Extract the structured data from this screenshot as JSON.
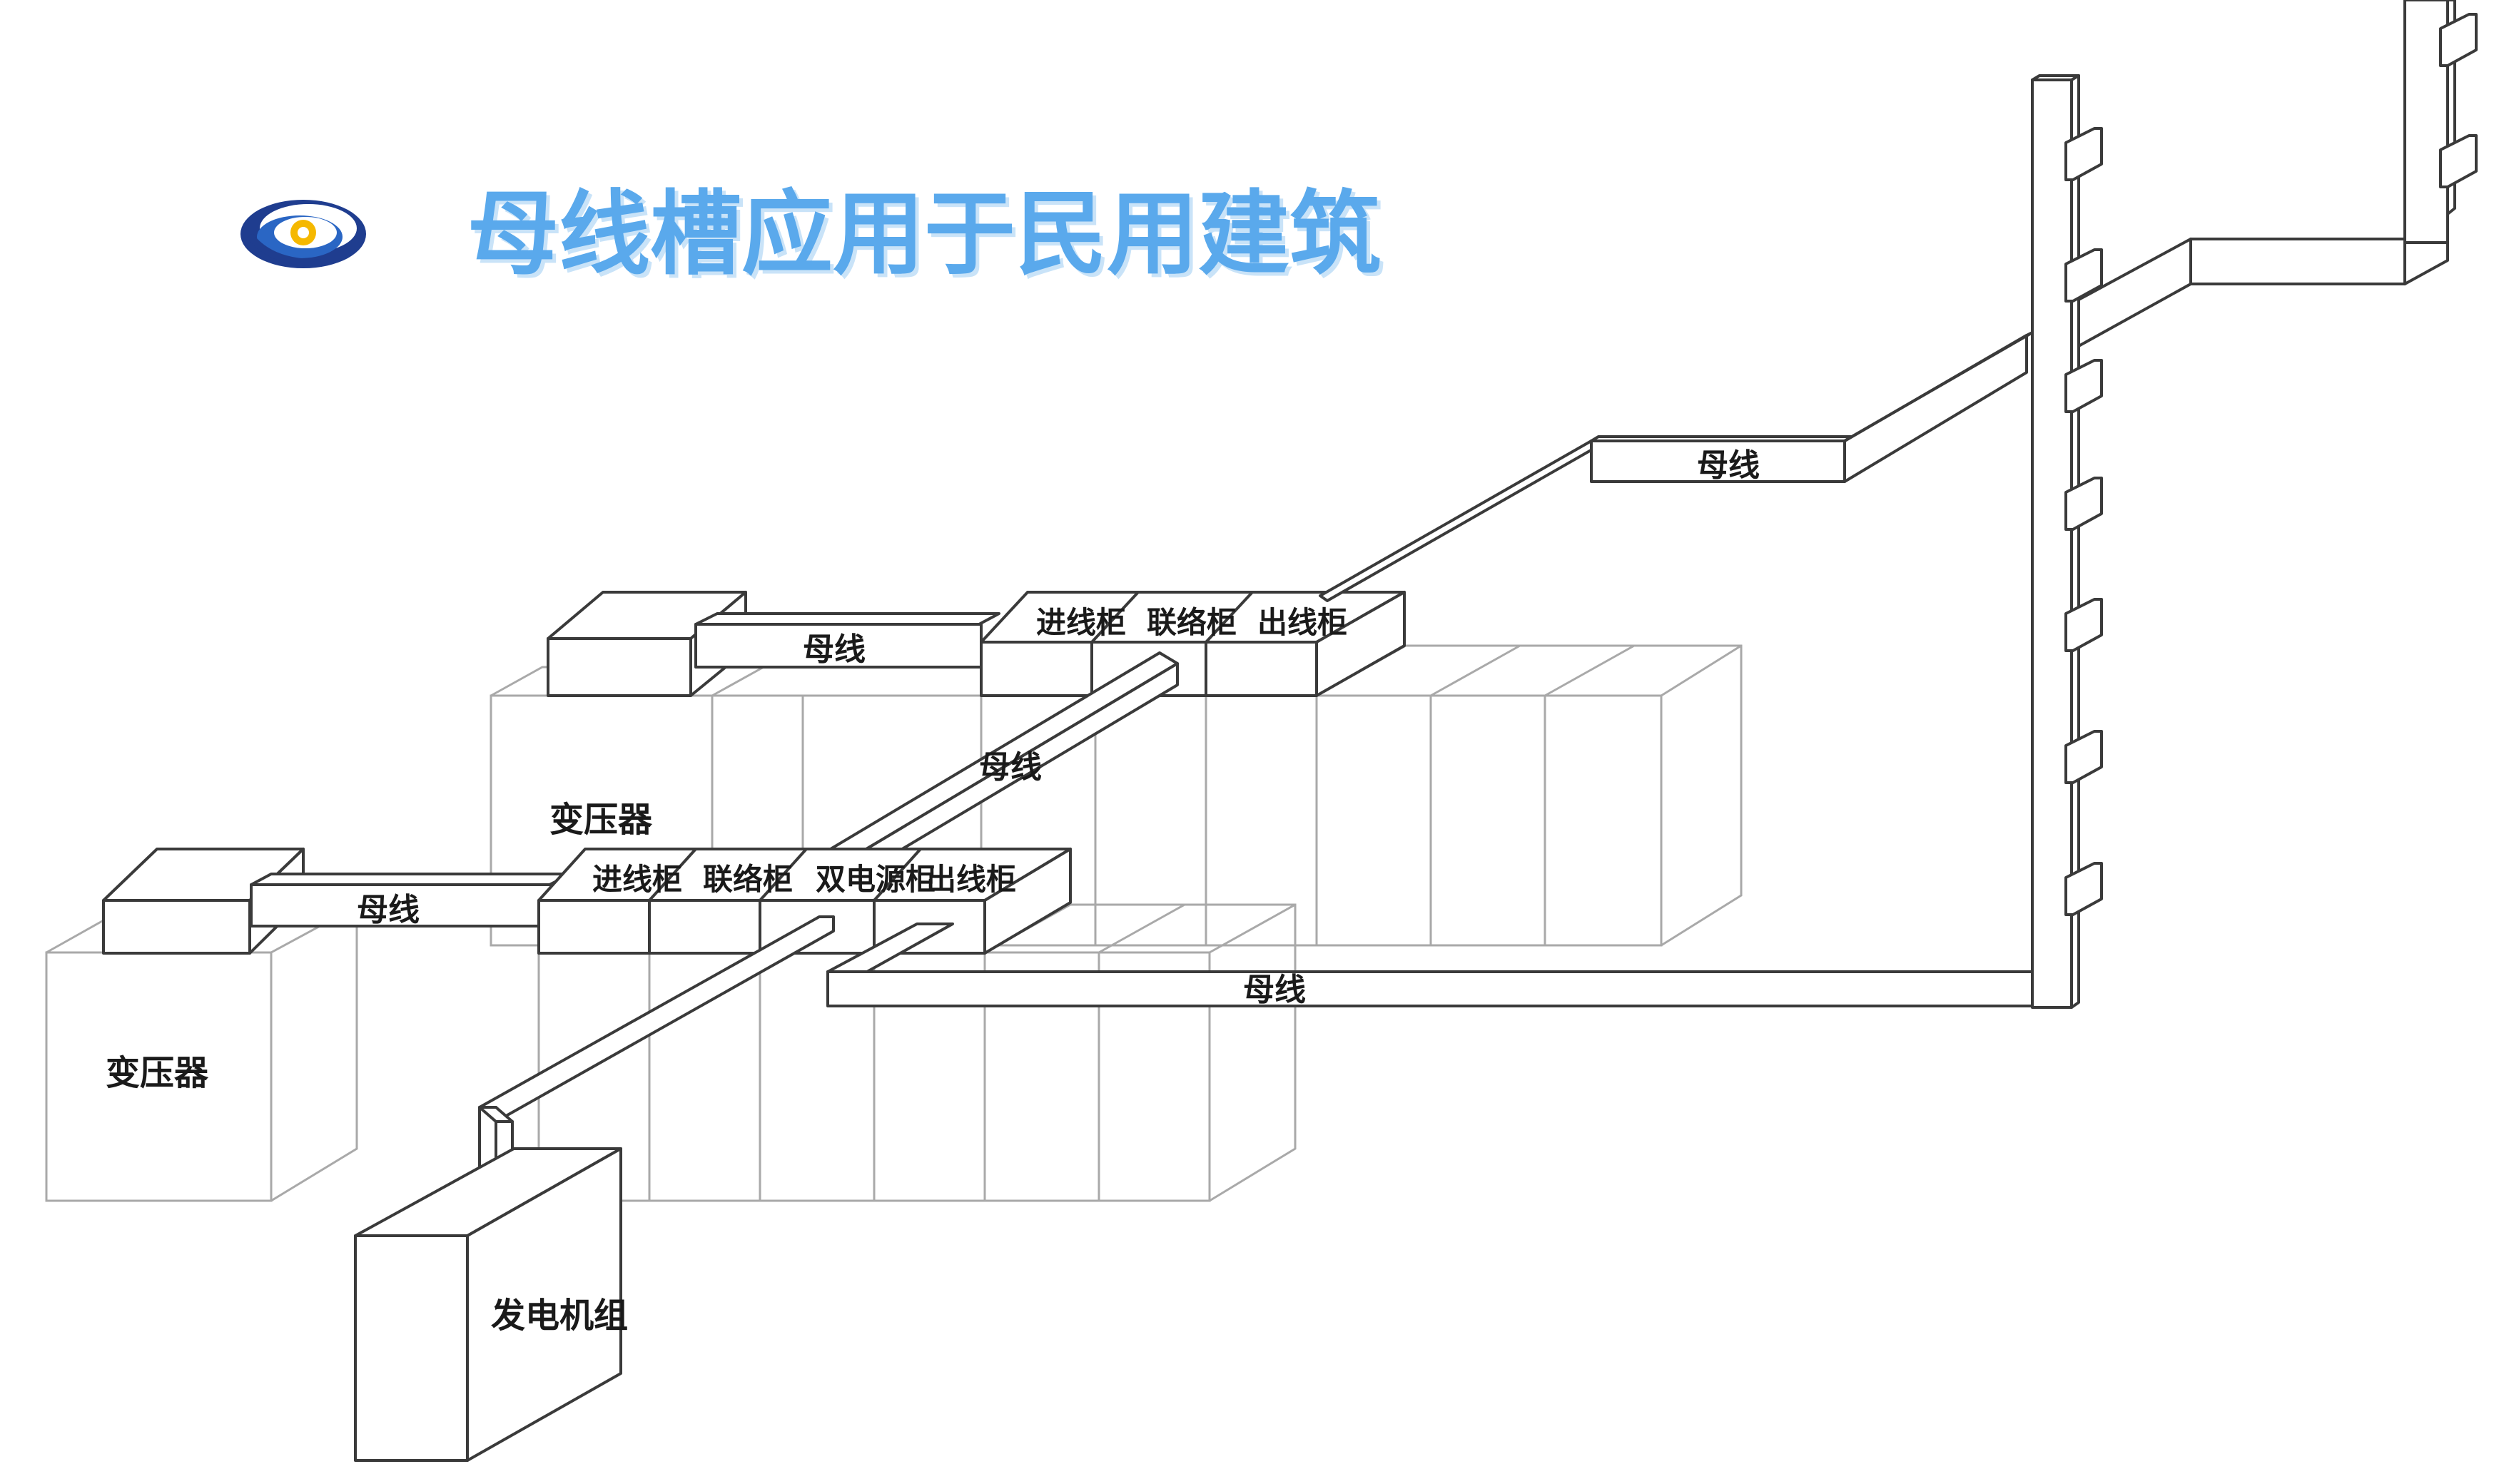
{
  "header": {
    "title": "母线槽应用于民用建筑",
    "logo_icon": "swirl-logo-icon",
    "title_color": "#5aa9ec",
    "title_shadow_color": "#c9e3f8"
  },
  "diagram": {
    "transformer_top_label": "变压器",
    "transformer_bottom_label": "变压器",
    "generator_label": "发电机组",
    "busbar_label": "母线",
    "upper_row": {
      "incoming_cabinet": "进线柜",
      "tie_cabinet": "联络柜",
      "outgoing_cabinet": "出线柜"
    },
    "lower_row": {
      "incoming_cabinet": "进线柜",
      "tie_cabinet": "联络柜",
      "dual_power_cabinet": "双电源柜",
      "outgoing_cabinet": "出线柜"
    },
    "line_color": "#3a3a3a",
    "light_line_color": "#a9a9a9"
  }
}
